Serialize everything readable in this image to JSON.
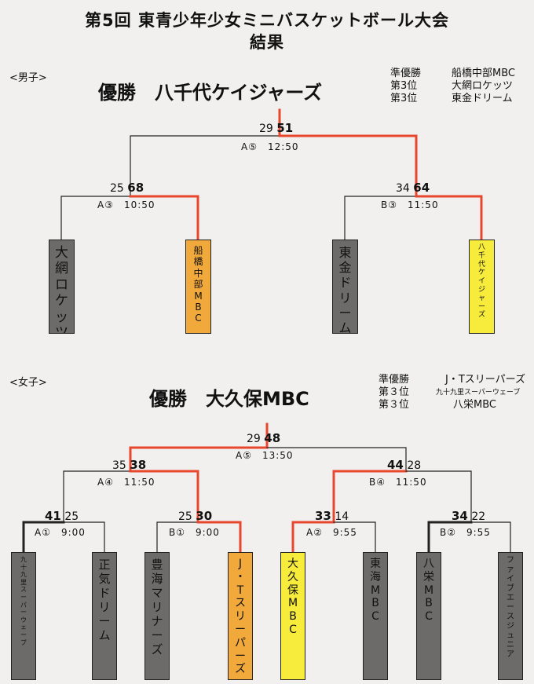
{
  "title_line1": "第5回 東青少年少女ミニバスケットボール大会",
  "title_line2": "結果",
  "boys": {
    "section_label": "<男子>",
    "champion": "優勝　八千代ケイジャーズ",
    "results": [
      {
        "place": "準優勝",
        "team": "船橋中部MBC"
      },
      {
        "place": "第3位",
        "team": "大網ロケッツ"
      },
      {
        "place": "第3位",
        "team": "東金ドリーム"
      }
    ],
    "final": {
      "left": "29",
      "right": "51",
      "info": "A⑤　12:50"
    },
    "semi_left": {
      "left": "25",
      "right": "68",
      "info": "A③　10:50"
    },
    "semi_right": {
      "left": "34",
      "right": "64",
      "info": "B③　11:50"
    },
    "teams": [
      "大網ロケッツ",
      "船橋中部MBC",
      "東金ドリーム",
      "八千代ケイジャーズ"
    ]
  },
  "girls": {
    "section_label": "<女子>",
    "champion": "優勝　大久保MBC",
    "results": [
      {
        "place": "準優勝",
        "team": "J・Tスリーパーズ"
      },
      {
        "place": "第３位",
        "team": "九十九里スーパーウェーブ"
      },
      {
        "place": "第３位",
        "team": "八栄MBC"
      }
    ],
    "final": {
      "left": "29",
      "right": "48",
      "info": "A⑤　13:50"
    },
    "semi_left": {
      "left": "35",
      "right": "38",
      "info": "A④　11:50"
    },
    "semi_right": {
      "left": "44",
      "right": "28",
      "info": "B④　11:50"
    },
    "r1": [
      {
        "left": "41",
        "right": "25",
        "info": "A①　9:00"
      },
      {
        "left": "25",
        "right": "30",
        "info": "B①　9:00"
      },
      {
        "left": "33",
        "right": "14",
        "info": "A②　9:55"
      },
      {
        "left": "34",
        "right": "22",
        "info": "B②　9:55"
      }
    ],
    "teams": [
      "九十九里スーパーウェーブ",
      "正気ドリーム",
      "豊海マリナーズ",
      "J・Tスリーパーズ",
      "大久保MBC",
      "東海MBC",
      "八栄MBC",
      "ファイブエースジュニア"
    ]
  },
  "colors": {
    "win_line": "#e8472e",
    "lose_line": "#222222",
    "grey_box": "#6d6b6a",
    "orange_box": "#f2a93c",
    "yellow_box": "#f7ec3c",
    "background": "#f1f0ee"
  }
}
